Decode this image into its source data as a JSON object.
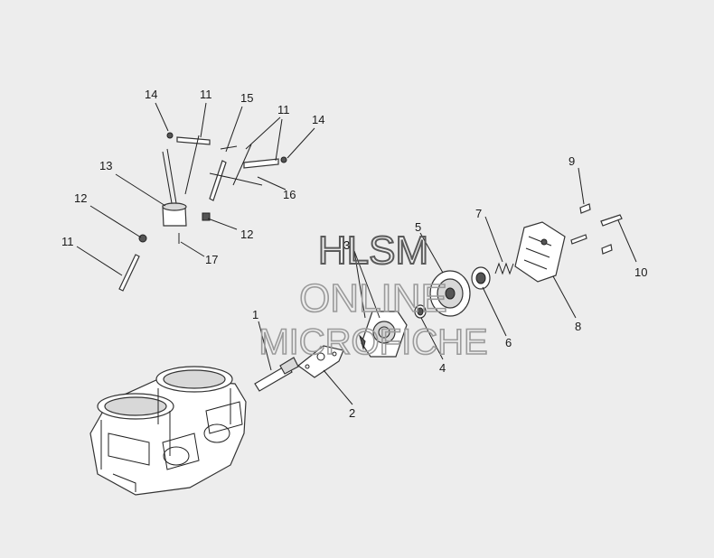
{
  "watermark": {
    "line1": "HLSM",
    "line2": "ONLINE",
    "line3": "MICROFICHE"
  },
  "callouts": [
    {
      "id": "c14a",
      "text": "14"
    },
    {
      "id": "c11a",
      "text": "11"
    },
    {
      "id": "c15",
      "text": "15"
    },
    {
      "id": "c11b",
      "text": "11"
    },
    {
      "id": "c14b",
      "text": "14"
    },
    {
      "id": "c13",
      "text": "13"
    },
    {
      "id": "c16",
      "text": "16"
    },
    {
      "id": "c12a",
      "text": "12"
    },
    {
      "id": "c12b",
      "text": "12"
    },
    {
      "id": "c11c",
      "text": "11"
    },
    {
      "id": "c17",
      "text": "17"
    },
    {
      "id": "c9",
      "text": "9"
    },
    {
      "id": "c7",
      "text": "7"
    },
    {
      "id": "c5",
      "text": "5"
    },
    {
      "id": "c3",
      "text": "3"
    },
    {
      "id": "c10",
      "text": "10"
    },
    {
      "id": "c1",
      "text": "1"
    },
    {
      "id": "c6",
      "text": "6"
    },
    {
      "id": "c4",
      "text": "4"
    },
    {
      "id": "c8",
      "text": "8"
    },
    {
      "id": "c2",
      "text": "2"
    }
  ]
}
